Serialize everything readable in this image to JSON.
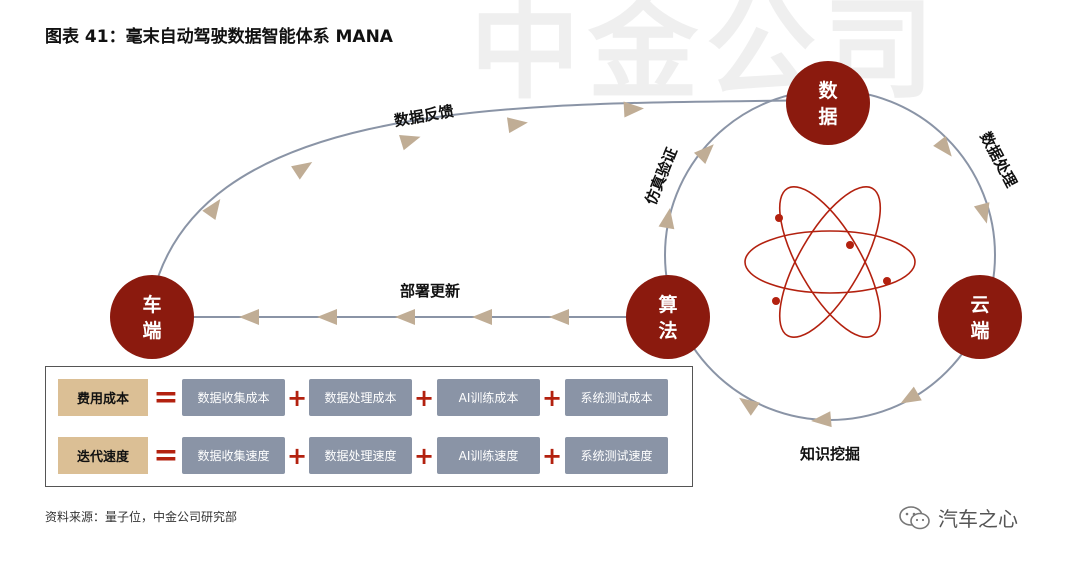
{
  "watermark": "中金公司",
  "title": "图表 41：毫末自动驾驶数据智能体系 MANA",
  "nodes": {
    "data": [
      "数",
      "据"
    ],
    "car": [
      "车",
      "端"
    ],
    "algo": [
      "算",
      "法"
    ],
    "cloud": [
      "云",
      "端"
    ]
  },
  "edges": {
    "feedback": "数据反馈",
    "deploy": "部署更新",
    "simulation": "仿真验证",
    "processing": "数据处理",
    "mining": "知识挖掘"
  },
  "formulas": [
    {
      "label": "费用成本",
      "eq": "=",
      "terms": [
        "数据收集成本",
        "数据处理成本",
        "AI训练成本",
        "系统测试成本"
      ],
      "plus": "+"
    },
    {
      "label": "迭代速度",
      "eq": "=",
      "terms": [
        "数据收集速度",
        "数据处理速度",
        "AI训练速度",
        "系统测试速度"
      ],
      "plus": "+"
    }
  ],
  "source": "资料来源：量子位，中金公司研究部",
  "brand": "汽车之心",
  "colors": {
    "node": "#8b1a0e",
    "arrow": "#c0ad95",
    "line": "#8a94a6",
    "accent": "#b3210f",
    "label_bg": "#dbbf95",
    "term_bg": "#8a94a6"
  },
  "icons": {
    "center": "atom-icon",
    "brand": "wechat-icon"
  }
}
